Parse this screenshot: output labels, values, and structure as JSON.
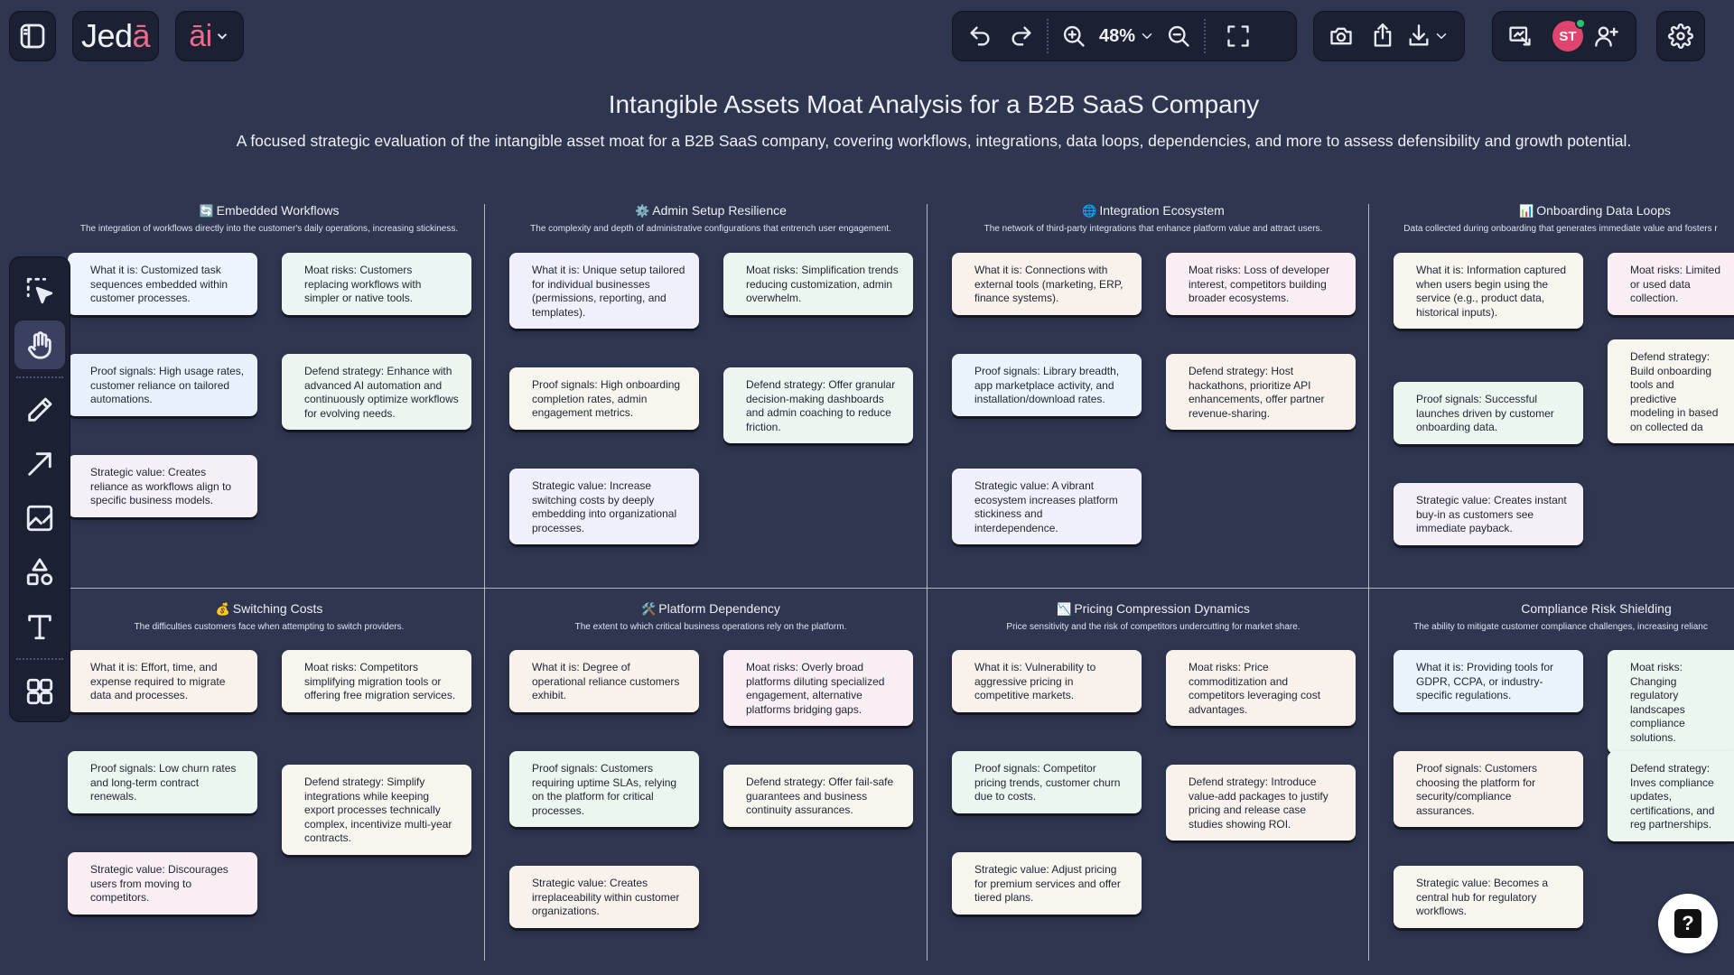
{
  "app": {
    "logo_prefix": "Jed",
    "logo_accent": "ā",
    "ai_accent": "ā",
    "ai_rest": "i"
  },
  "toolbar": {
    "zoom_level": "48%",
    "user_initials": "ST"
  },
  "icons": {
    "sidebar_toggle": "sidebar-toggle-icon",
    "undo": "undo-icon",
    "redo": "redo-icon",
    "zoom_in": "zoom-in-icon",
    "zoom_out": "zoom-out-icon",
    "fullscreen": "fullscreen-icon",
    "camera": "camera-icon",
    "share": "share-icon",
    "download": "download-icon",
    "present": "present-icon",
    "add_user": "add-user-icon",
    "settings": "gear-icon",
    "help": "question-icon"
  },
  "left_tools": [
    {
      "name": "select-tool",
      "icon": "select-icon"
    },
    {
      "name": "hand-tool",
      "icon": "hand-icon"
    },
    {
      "name": "pencil-tool",
      "icon": "pencil-icon"
    },
    {
      "name": "arrow-tool",
      "icon": "arrow-icon"
    },
    {
      "name": "image-tool",
      "icon": "image-icon"
    },
    {
      "name": "shapes-tool",
      "icon": "shapes-icon"
    },
    {
      "name": "text-tool",
      "icon": "text-icon"
    },
    {
      "name": "templates-tool",
      "icon": "grid-icon"
    }
  ],
  "canvas": {
    "title": "Intangible Assets Moat Analysis for a B2B SaaS Company",
    "subtitle": "A focused strategic evaluation of the intangible asset moat for a B2B SaaS company, covering workflows, integrations, data loops, dependencies, and more to assess defensibility and growth potential.",
    "sections": [
      {
        "emoji": "🔄",
        "title": "Embedded Workflows",
        "desc": "The integration of workflows directly into the customer's daily operations, increasing stickiness.",
        "cards": [
          "What it is: Customized task sequences embedded within customer processes.",
          "Moat risks: Customers replacing workflows with simpler or native tools.",
          "Proof signals: High usage rates, customer reliance on tailored automations.",
          "Defend strategy: Enhance with advanced AI automation and continuously optimize workflows for evolving needs.",
          "Strategic value: Creates reliance as workflows align to specific business models."
        ]
      },
      {
        "emoji": "⚙️",
        "title": "Admin Setup Resilience",
        "desc": "The complexity and depth of administrative configurations that entrench user engagement.",
        "cards": [
          "What it is: Unique setup tailored for individual businesses (permissions, reporting, and templates).",
          "Moat risks: Simplification trends reducing customization, admin overwhelm.",
          "Proof signals: High onboarding completion rates, admin engagement metrics.",
          "Defend strategy: Offer granular decision-making dashboards and admin coaching to reduce friction.",
          "Strategic value: Increase switching costs by deeply embedding into organizational processes."
        ]
      },
      {
        "emoji": "🌐",
        "title": "Integration Ecosystem",
        "desc": "The network of third-party integrations that enhance platform value and attract users.",
        "cards": [
          "What it is: Connections with external tools (marketing, ERP, finance systems).",
          "Moat risks: Loss of developer interest, competitors building broader ecosystems.",
          "Proof signals: Library breadth, app marketplace activity, and installation/download rates.",
          "Defend strategy: Host hackathons, prioritize API enhancements, offer partner revenue-sharing.",
          "Strategic value: A vibrant ecosystem increases platform stickiness and interdependence."
        ]
      },
      {
        "emoji": "📊",
        "title": "Onboarding Data Loops",
        "desc": "Data collected during onboarding that generates immediate value and fosters r",
        "cards": [
          "What it is: Information captured when users begin using the service (e.g., product data, historical inputs).",
          "Moat risks: Limited or used data collection.",
          "Proof signals: Successful launches driven by customer onboarding data.",
          "Defend strategy: Build onboarding tools and predictive modeling in based on collected da",
          "Strategic value: Creates instant buy-in as customers see immediate payback."
        ]
      },
      {
        "emoji": "💰",
        "title": "Switching Costs",
        "desc": "The difficulties customers face when attempting to switch providers.",
        "cards": [
          "What it is: Effort, time, and expense required to migrate data and processes.",
          "Moat risks: Competitors simplifying migration tools or offering free migration services.",
          "Proof signals: Low churn rates and long-term contract renewals.",
          "Defend strategy: Simplify integrations while keeping export processes technically complex, incentivize multi-year contracts.",
          "Strategic value: Discourages users from moving to competitors."
        ]
      },
      {
        "emoji": "🛠️",
        "title": "Platform Dependency",
        "desc": "The extent to which critical business operations rely on the platform.",
        "cards": [
          "What it is: Degree of operational reliance customers exhibit.",
          "Moat risks: Overly broad platforms diluting specialized engagement, alternative platforms bridging gaps.",
          "Proof signals: Customers requiring uptime SLAs, relying on the platform for critical processes.",
          "Defend strategy: Offer fail-safe guarantees and business continuity assurances.",
          "Strategic value: Creates irreplaceability within customer organizations."
        ]
      },
      {
        "emoji": "📉",
        "title": "Pricing Compression Dynamics",
        "desc": "Price sensitivity and the risk of competitors undercutting for market share.",
        "cards": [
          "What it is: Vulnerability to aggressive pricing in competitive markets.",
          "Moat risks: Price commoditization and competitors leveraging cost advantages.",
          "Proof signals: Competitor pricing trends, customer churn due to costs.",
          "Defend strategy: Introduce value-add packages to justify pricing and release case studies showing ROI.",
          "Strategic value: Adjust pricing for premium services and offer tiered plans."
        ]
      },
      {
        "emoji": "",
        "title": "Compliance Risk Shielding",
        "desc": "The ability to mitigate customer compliance challenges, increasing relianc",
        "cards": [
          "What it is: Providing tools for GDPR, CCPA, or industry-specific regulations.",
          "Moat risks: Changing regulatory landscapes compliance solutions.",
          "Proof signals: Customers choosing the platform for security/compliance assurances.",
          "Defend strategy: Inves compliance updates, certifications, and reg partnerships.",
          "Strategic value: Becomes a central hub for regulatory workflows."
        ]
      }
    ]
  }
}
